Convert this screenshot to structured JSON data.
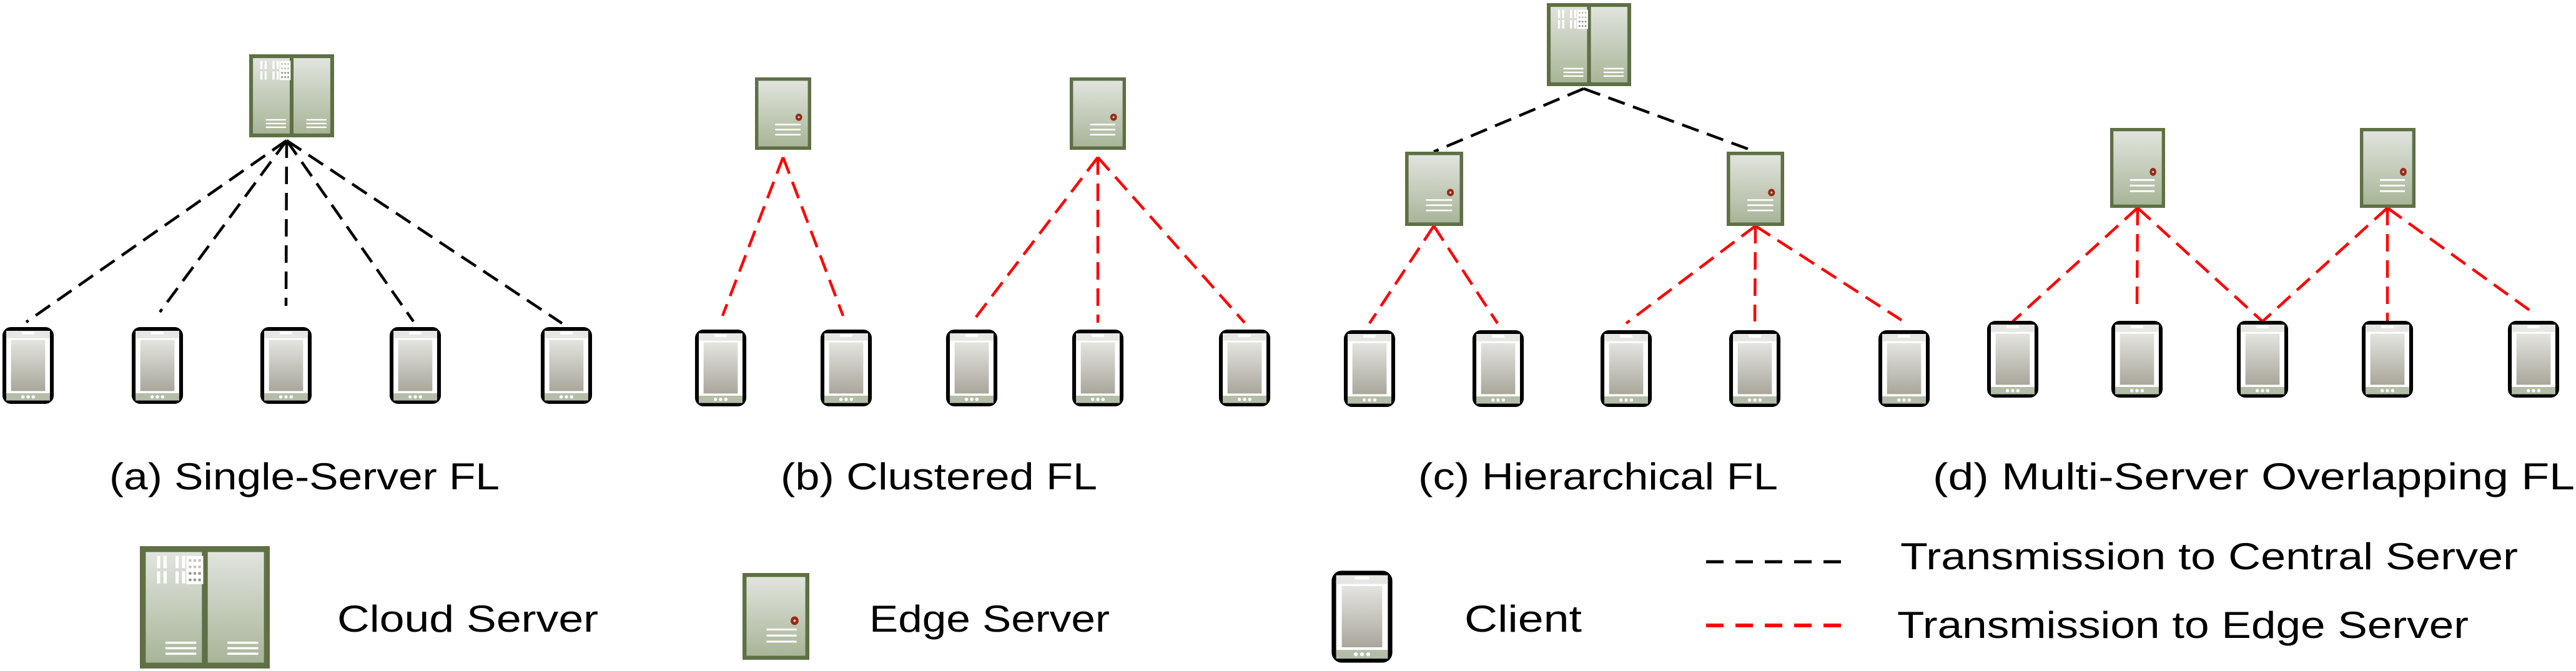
{
  "figure": {
    "panels": [
      {
        "id": "a",
        "title": "(a) Single-Server FL",
        "cloud_servers": [
          "cloud"
        ],
        "edge_servers": [],
        "clients": [
          "c1",
          "c2",
          "c3",
          "c4",
          "c5"
        ],
        "links": [
          {
            "from": "c1",
            "to": "cloud",
            "type": "central"
          },
          {
            "from": "c2",
            "to": "cloud",
            "type": "central"
          },
          {
            "from": "c3",
            "to": "cloud",
            "type": "central"
          },
          {
            "from": "c4",
            "to": "cloud",
            "type": "central"
          },
          {
            "from": "c5",
            "to": "cloud",
            "type": "central"
          }
        ]
      },
      {
        "id": "b",
        "title": "(b) Clustered FL",
        "cloud_servers": [],
        "edge_servers": [
          "e1",
          "e2"
        ],
        "clients": [
          "c1",
          "c2",
          "c3",
          "c4",
          "c5"
        ],
        "links": [
          {
            "from": "c1",
            "to": "e1",
            "type": "edge"
          },
          {
            "from": "c2",
            "to": "e1",
            "type": "edge"
          },
          {
            "from": "c3",
            "to": "e2",
            "type": "edge"
          },
          {
            "from": "c4",
            "to": "e2",
            "type": "edge"
          },
          {
            "from": "c5",
            "to": "e2",
            "type": "edge"
          }
        ]
      },
      {
        "id": "c",
        "title": "(c) Hierarchical FL",
        "cloud_servers": [
          "cloud"
        ],
        "edge_servers": [
          "e1",
          "e2"
        ],
        "clients": [
          "c1",
          "c2",
          "c3",
          "c4",
          "c5"
        ],
        "links": [
          {
            "from": "e1",
            "to": "cloud",
            "type": "central"
          },
          {
            "from": "e2",
            "to": "cloud",
            "type": "central"
          },
          {
            "from": "c1",
            "to": "e1",
            "type": "edge"
          },
          {
            "from": "c2",
            "to": "e1",
            "type": "edge"
          },
          {
            "from": "c3",
            "to": "e2",
            "type": "edge"
          },
          {
            "from": "c4",
            "to": "e2",
            "type": "edge"
          },
          {
            "from": "c5",
            "to": "e2",
            "type": "edge"
          }
        ]
      },
      {
        "id": "d",
        "title": "(d) Multi-Server Overlapping FL",
        "cloud_servers": [],
        "edge_servers": [
          "e1",
          "e2"
        ],
        "clients": [
          "c1",
          "c2",
          "c3",
          "c4",
          "c5"
        ],
        "links": [
          {
            "from": "c1",
            "to": "e1",
            "type": "edge"
          },
          {
            "from": "c2",
            "to": "e1",
            "type": "edge"
          },
          {
            "from": "c3",
            "to": "e1",
            "type": "edge"
          },
          {
            "from": "c3",
            "to": "e2",
            "type": "edge"
          },
          {
            "from": "c4",
            "to": "e2",
            "type": "edge"
          },
          {
            "from": "c5",
            "to": "e2",
            "type": "edge"
          }
        ]
      }
    ],
    "legend": {
      "cloud_server": "Cloud Server",
      "edge_server": "Edge Server",
      "client": "Client",
      "central_link": "Transmission to Central Server",
      "edge_link": "Transmission to Edge Server"
    },
    "colors": {
      "central_link": "#000000",
      "edge_link": "#ff0000",
      "server_border": "#5e7044",
      "server_top": "#e1e4de",
      "server_bottom": "#a8b598",
      "power_button": "#9a2a14",
      "client_border": "#000000",
      "client_screen_top": "#e4e4e0",
      "client_screen_bottom": "#a9a79b",
      "client_bezel": "#b4bda8"
    }
  }
}
